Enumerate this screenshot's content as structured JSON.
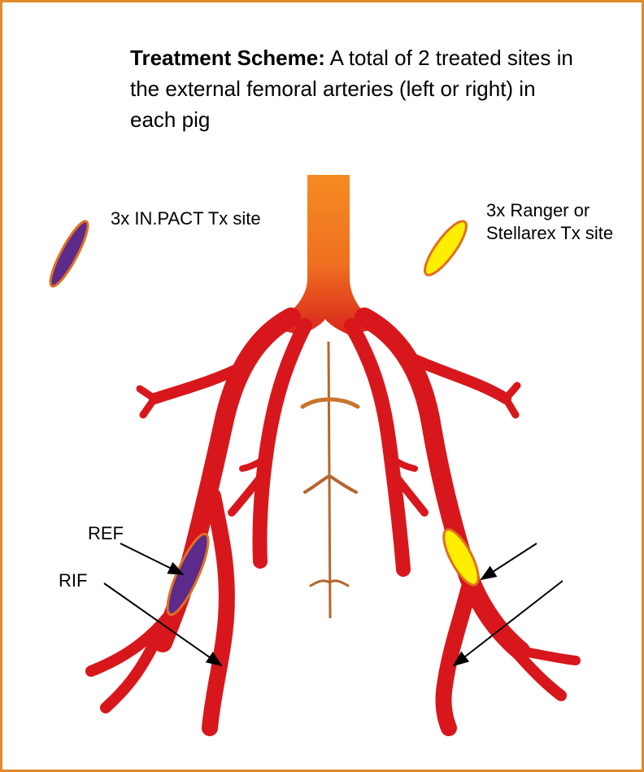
{
  "title": {
    "bold": "Treatment Scheme:",
    "text": " A total of 2 treated sites in the external femoral arteries (left or right) in each pig"
  },
  "legend": [
    {
      "label": "3x IN.PACT Tx site",
      "color": "#5c2a8a"
    },
    {
      "label": "3x Ranger or Stellarex Tx  site",
      "color": "#ffee00"
    }
  ],
  "vessel_labels": {
    "ref": "REF",
    "rif": "RIF"
  },
  "colors": {
    "frame": "#e08a2a",
    "artery": "#d8171c",
    "aorta": "#f07a22",
    "outline": "#e07020",
    "center_artery": "#b5672e"
  }
}
